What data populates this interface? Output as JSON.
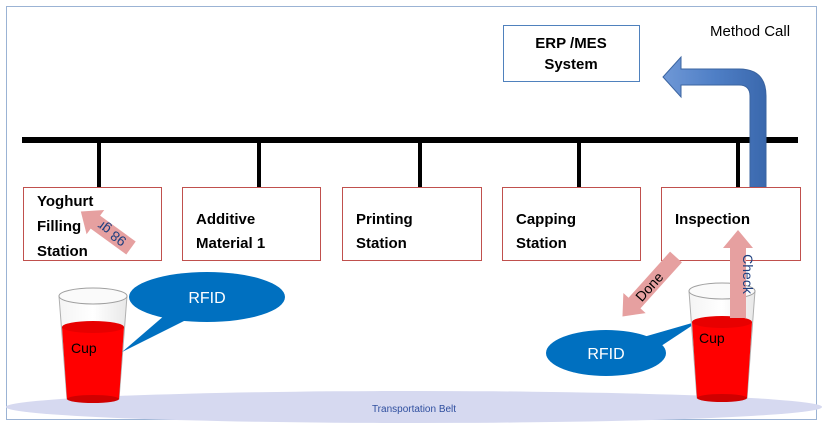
{
  "erp": {
    "line1": "ERP /MES",
    "line2": "System"
  },
  "method_call": "Method Call",
  "stations": [
    {
      "line1": "Yoghurt",
      "line2": "Filling",
      "line3": "Station"
    },
    {
      "line1": "Additive",
      "line2": "Material 1"
    },
    {
      "line1": "Printing",
      "line2": "Station"
    },
    {
      "line1": "Capping",
      "line2": "Station"
    },
    {
      "line1": "Inspection"
    }
  ],
  "cup_label": "Cup",
  "rfid_label": "RFID",
  "arrows": {
    "weight": "98 gr",
    "done": "Done",
    "check": "Check"
  },
  "belt_label": "Transportation Belt",
  "colors": {
    "box_border": "#c0504d",
    "bus": "#000000",
    "erp_border": "#4f81bd",
    "method_arrow": "#4f81bd",
    "rfid": "#0070c0",
    "cup": "#ff0000",
    "arrow_pink": "#e6a0a0",
    "belt": "#d9dcf0"
  }
}
